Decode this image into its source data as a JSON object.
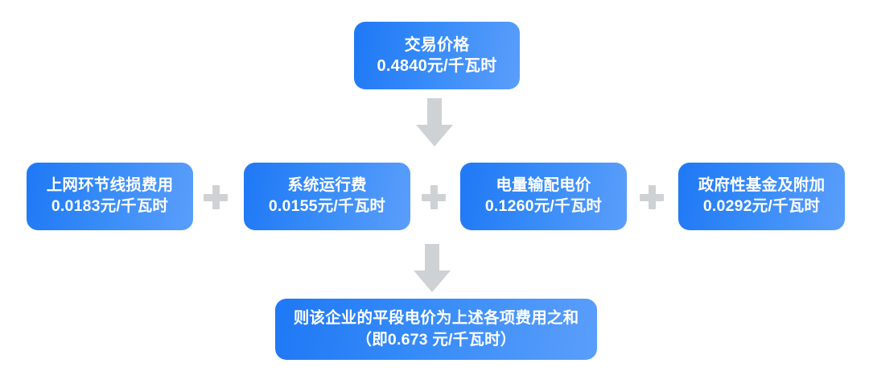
{
  "diagram": {
    "title_node": {
      "line1": "交易价格",
      "line2": "0.4840元/千瓦时"
    },
    "components": [
      {
        "line1": "上网环节线损费用",
        "line2": "0.0183元/千瓦时",
        "name": "line-loss-fee",
        "value": 0.0183,
        "unit": "元/千瓦时"
      },
      {
        "line1": "系统运行费",
        "line2": "0.0155元/千瓦时",
        "name": "system-operation-fee",
        "value": 0.0155,
        "unit": "元/千瓦时"
      },
      {
        "line1": "电量输配电价",
        "line2": "0.1260元/千瓦时",
        "name": "transmission-distribution-price",
        "value": 0.126,
        "unit": "元/千瓦时"
      },
      {
        "line1": "政府性基金及附加",
        "line2": "0.0292元/千瓦时",
        "name": "government-funds-surcharge",
        "value": 0.0292,
        "unit": "元/千瓦时"
      }
    ],
    "operators": [
      "+",
      "+",
      "+"
    ],
    "result_node": {
      "line1": "则该企业的平段电价为上述各项费用之和",
      "line2": "（即0.673 元/千瓦时）"
    },
    "colors": {
      "node_gradient_start": "#1f78f5",
      "node_gradient_end": "#5b9efb",
      "node_text": "#ffffff",
      "arrow": "#cfd2d4",
      "plus": "#cfd2d4",
      "background": "#ffffff"
    },
    "arrow_icons": [
      "arrow-down-icon",
      "arrow-down-icon"
    ]
  }
}
